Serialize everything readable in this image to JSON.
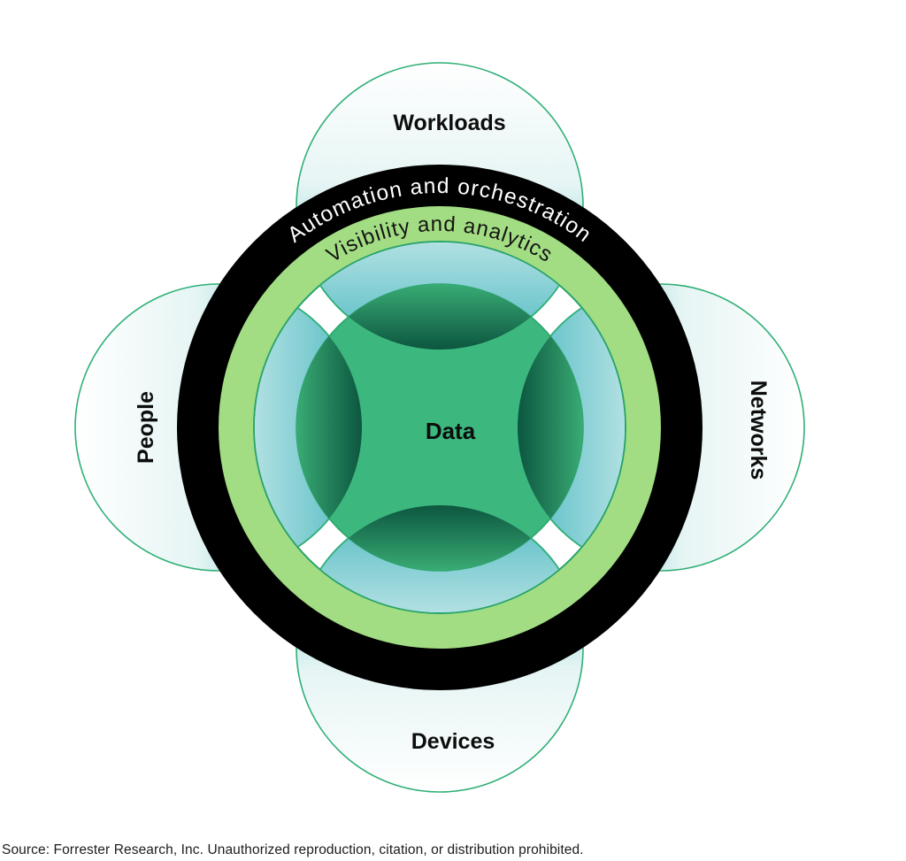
{
  "diagram": {
    "outer_nodes": [
      {
        "label": "Workloads",
        "position": "top"
      },
      {
        "label": "Networks",
        "position": "right"
      },
      {
        "label": "Devices",
        "position": "bottom"
      },
      {
        "label": "People",
        "position": "left"
      }
    ],
    "rings": [
      {
        "label": "Automation and orchestration",
        "band": "outer",
        "fill": "#000000",
        "text_color": "#ffffff"
      },
      {
        "label": "Visibility and analytics",
        "band": "inner",
        "fill": "#A3DD83",
        "text_color": "#141414"
      }
    ],
    "center": {
      "label": "Data",
      "fill": "#3CB87E"
    },
    "colors": {
      "node_stroke": "#2FAF76",
      "node_fill_light": "#FFFFFF",
      "node_fill_teal": "#4FBAC2",
      "overlap_dark": "#0C5640",
      "ring_black": "#000000",
      "ring_green": "#A3DD83",
      "inner_edge_stroke": "#2AA46D"
    }
  },
  "footer": {
    "source_text": "Source: Forrester Research, Inc. Unauthorized reproduction, citation, or distribution prohibited."
  }
}
